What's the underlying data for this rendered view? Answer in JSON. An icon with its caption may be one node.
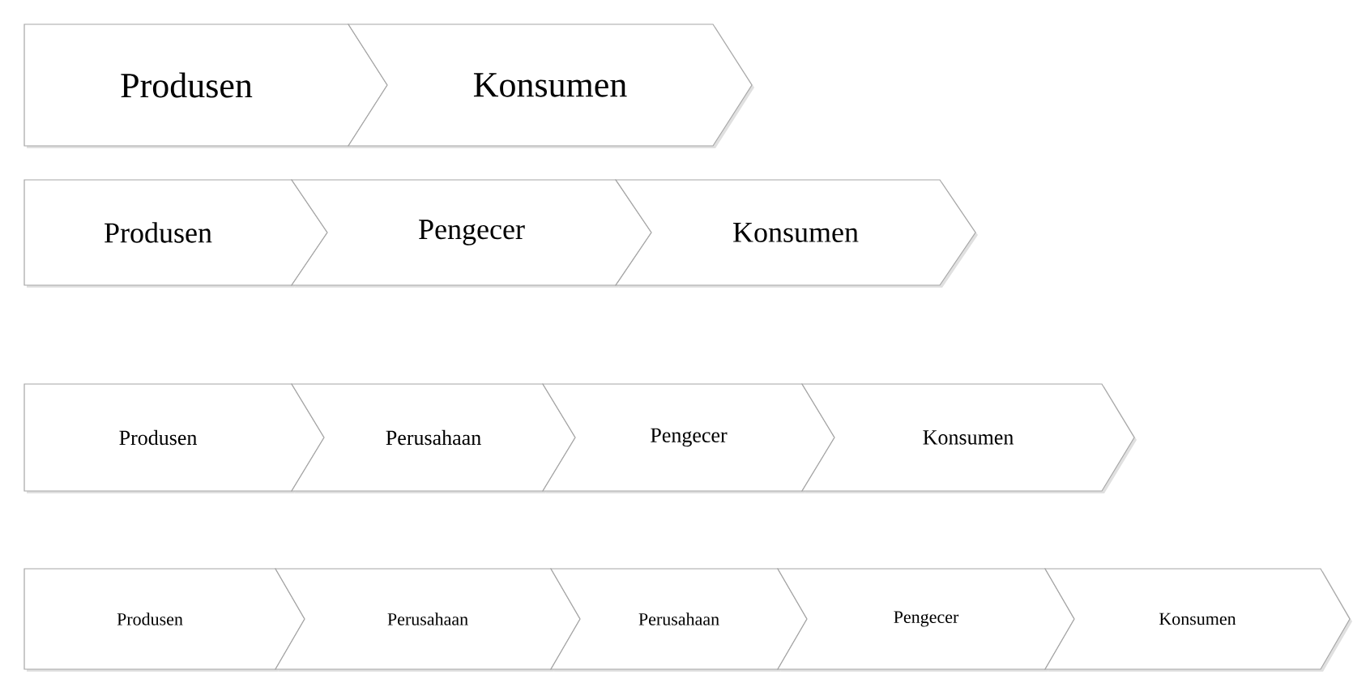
{
  "diagram": {
    "nodes": [
      {
        "text": [
          "Produsen"
        ]
      },
      {
        "text": [
          "Konsumen"
        ]
      },
      {
        "text": [
          "Produsen"
        ]
      },
      {
        "text": [
          "Pengecer"
        ]
      },
      {
        "text": [
          "Konsumen"
        ]
      },
      {
        "text": [
          "Produsen"
        ]
      },
      {
        "text": [
          "Perusahaan"
        ]
      },
      {
        "text": [
          "Pengecer"
        ]
      },
      {
        "text": [
          "Konsumen"
        ]
      },
      {
        "text": [
          "Produsen"
        ]
      },
      {
        "text": [
          "Perusahaan"
        ]
      },
      {
        "text": [
          "Perusahaan"
        ]
      },
      {
        "text": [
          "Pengecer"
        ]
      },
      {
        "text": [
          "Konsumen"
        ]
      }
    ]
  }
}
